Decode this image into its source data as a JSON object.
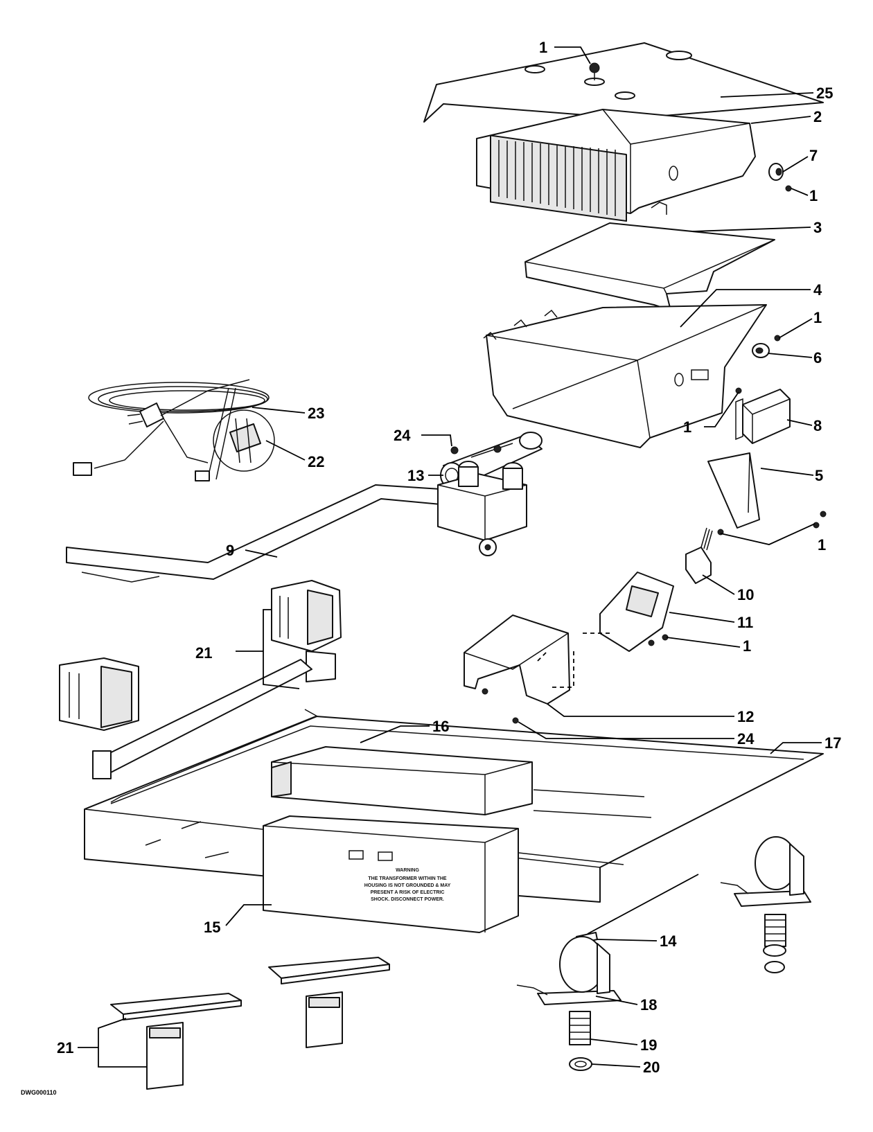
{
  "callouts": {
    "c1a": "1",
    "c25": "25",
    "c2": "2",
    "c7": "7",
    "c1b": "1",
    "c3": "3",
    "c4": "4",
    "c1c": "1",
    "c6": "6",
    "c23": "23",
    "c22": "22",
    "c1d": "1",
    "c8": "8",
    "c24a": "24",
    "c13": "13",
    "c5": "5",
    "c9": "9",
    "c1e": "1",
    "c10": "10",
    "c11": "11",
    "c1f": "1",
    "c21a": "21",
    "c12": "12",
    "c24b": "24",
    "c16": "16",
    "c17": "17",
    "c15": "15",
    "c14": "14",
    "c18": "18",
    "c19": "19",
    "c21b": "21",
    "c20": "20"
  },
  "drawing_code": "DWG000110",
  "warning_label": {
    "title": "WARNING",
    "lines": [
      "THE TRANSFORMER WITHIN THE",
      "HOUSING IS NOT GROUNDED & MAY",
      "PRESENT A RISK OF ELECTRIC",
      "SHOCK. DISCONNECT POWER."
    ]
  }
}
